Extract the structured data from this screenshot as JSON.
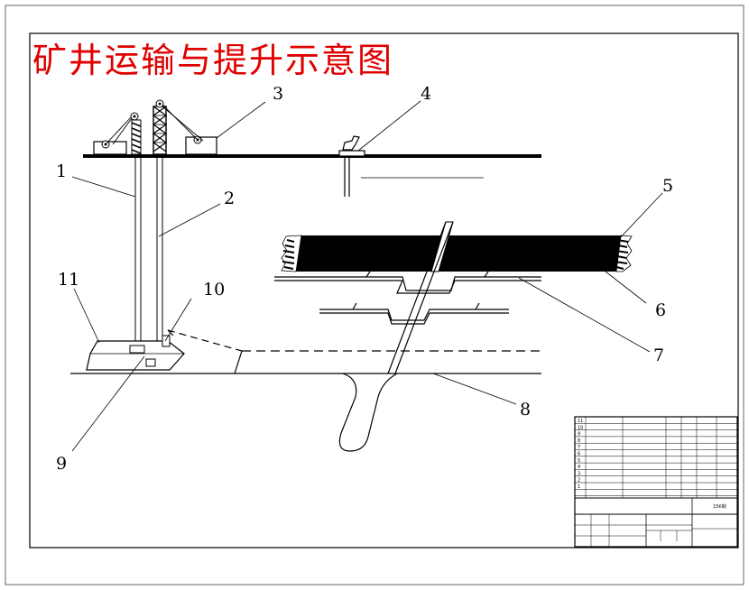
{
  "title": "矿井运输与提升示意图",
  "callouts": [
    {
      "num": "1",
      "label": "1"
    },
    {
      "num": "2",
      "label": "2"
    },
    {
      "num": "3",
      "label": "3"
    },
    {
      "num": "4",
      "label": "4"
    },
    {
      "num": "5",
      "label": "5"
    },
    {
      "num": "6",
      "label": "6"
    },
    {
      "num": "7",
      "label": "7"
    },
    {
      "num": "8",
      "label": "8"
    },
    {
      "num": "9",
      "label": "9"
    },
    {
      "num": "10",
      "label": "10"
    },
    {
      "num": "11",
      "label": "11"
    }
  ],
  "title_block": {
    "row_numbers": [
      "11",
      "10",
      "9",
      "8",
      "7",
      "6",
      "5",
      "4",
      "3",
      "2",
      "1"
    ],
    "drawing_code": "15K制",
    "colors": {
      "title": "#e00000",
      "line": "#000000",
      "background": "#ffffff"
    }
  }
}
